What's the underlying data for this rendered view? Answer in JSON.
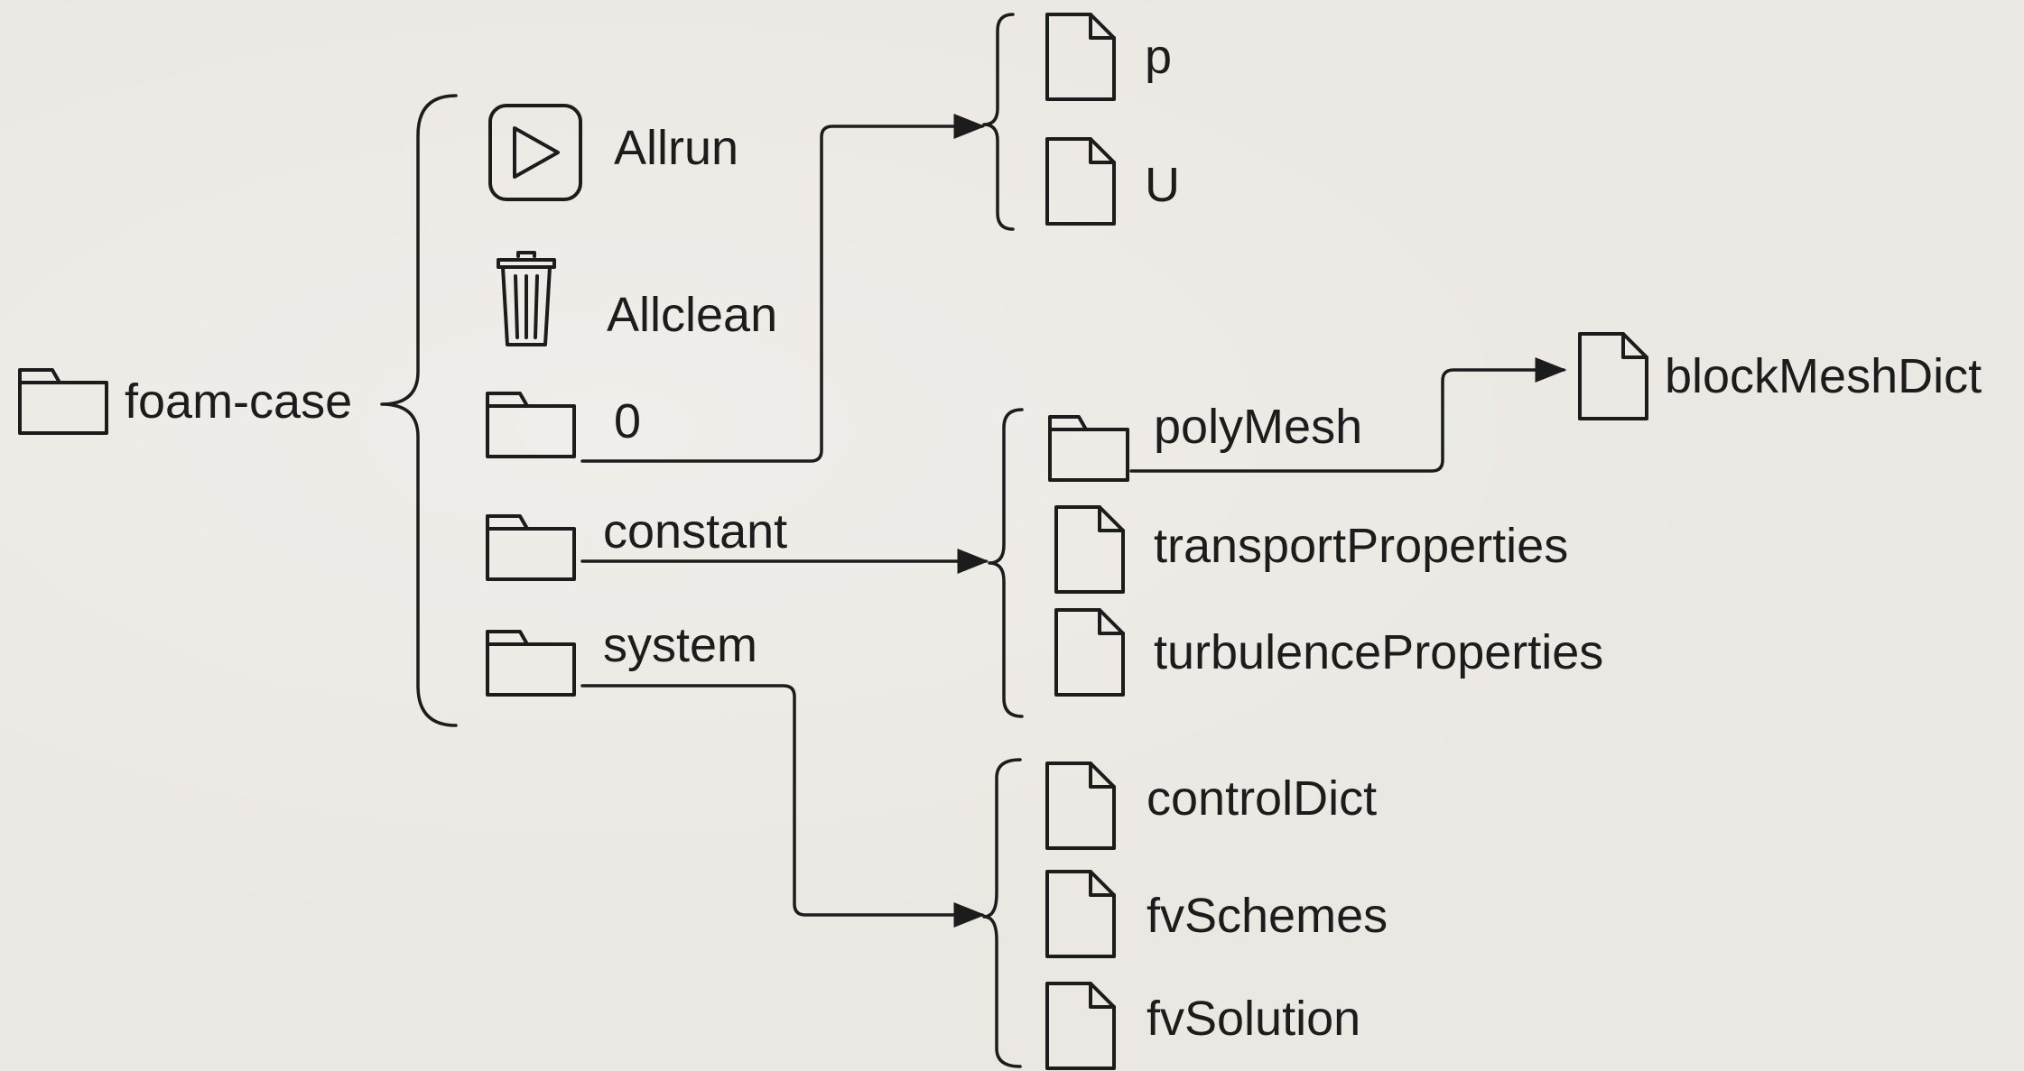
{
  "root": {
    "label": "foam-case",
    "icon": "folder-icon"
  },
  "level1": [
    {
      "key": "allrun",
      "label": "Allrun",
      "icon": "play-script-icon"
    },
    {
      "key": "allclean",
      "label": "Allclean",
      "icon": "trash-icon"
    },
    {
      "key": "zero",
      "label": "0",
      "icon": "folder-icon",
      "children": [
        {
          "label": "p",
          "icon": "file-icon"
        },
        {
          "label": "U",
          "icon": "file-icon"
        }
      ]
    },
    {
      "key": "constant",
      "label": "constant",
      "icon": "folder-icon",
      "children": [
        {
          "label": "polyMesh",
          "icon": "folder-icon",
          "children": [
            {
              "label": "blockMeshDict",
              "icon": "file-icon"
            }
          ]
        },
        {
          "label": "transportProperties",
          "icon": "file-icon"
        },
        {
          "label": "turbulenceProperties",
          "icon": "file-icon"
        }
      ]
    },
    {
      "key": "system",
      "label": "system",
      "icon": "folder-icon",
      "children": [
        {
          "label": "controlDict",
          "icon": "file-icon"
        },
        {
          "label": "fvSchemes",
          "icon": "file-icon"
        },
        {
          "label": "fvSolution",
          "icon": "file-icon"
        }
      ]
    }
  ],
  "colors": {
    "background": "#ebe8e3",
    "ink": "#1c1c1c"
  }
}
